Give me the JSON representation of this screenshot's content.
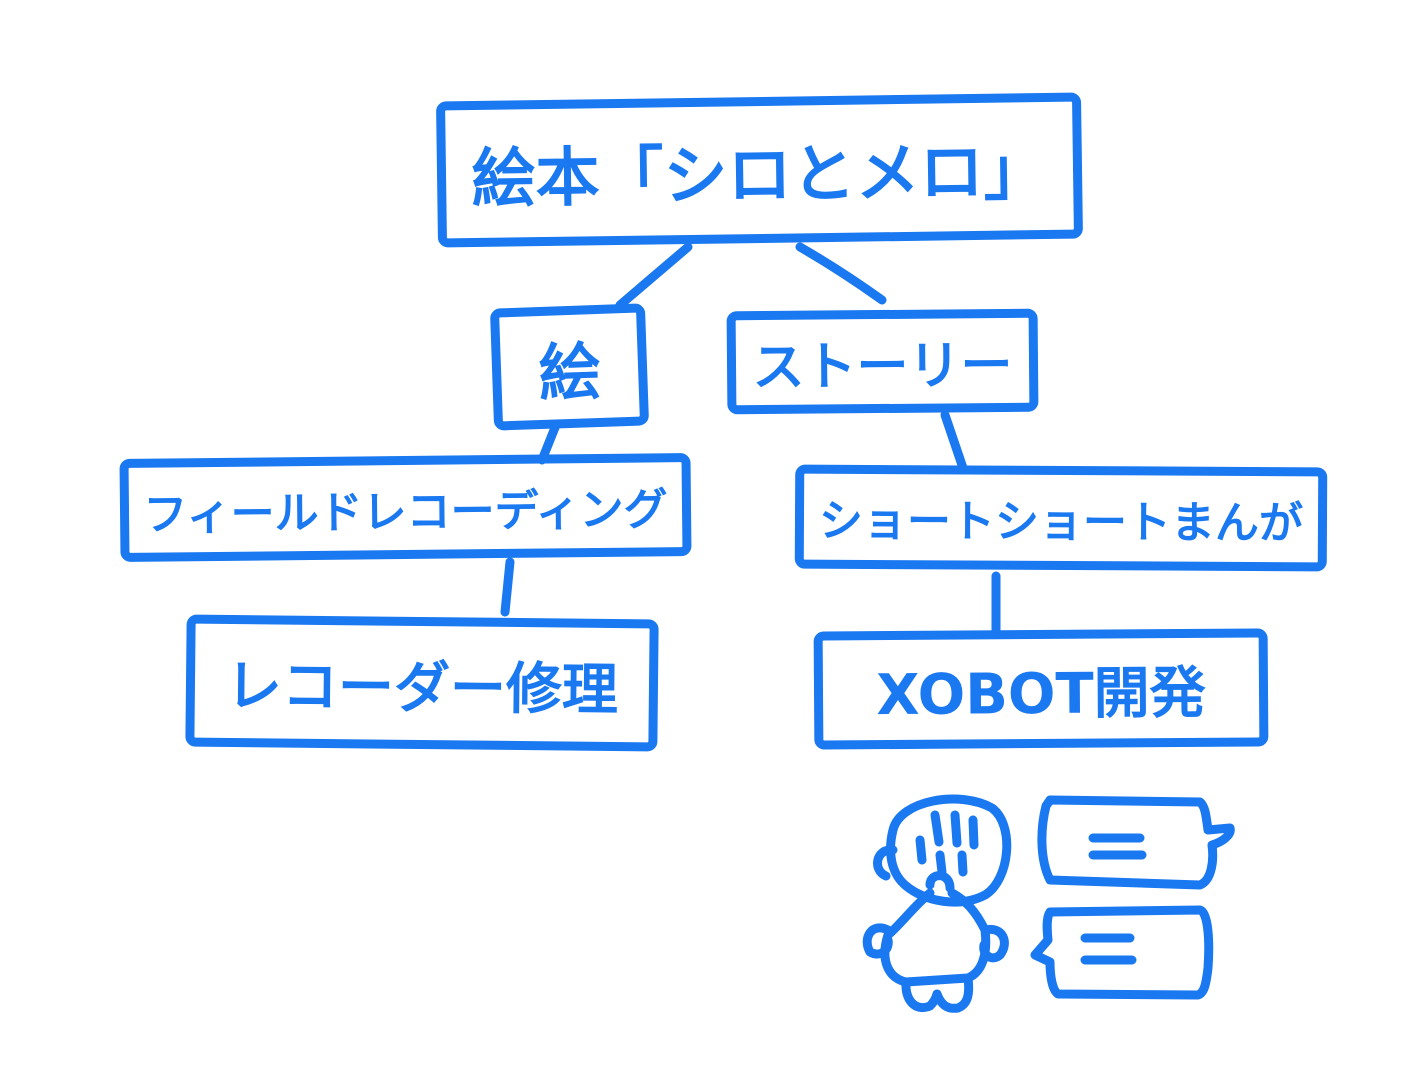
{
  "nodes": {
    "root": "絵本「シロとメロ」",
    "e": "絵",
    "story": "ストーリー",
    "field": "フィールドレコーディング",
    "short": "ショートショートまんが",
    "repair": "レコーダー修理",
    "xobot": "XOBOT開発"
  },
  "colors": {
    "stroke": "#1a78f0",
    "background": "#ffffff"
  }
}
